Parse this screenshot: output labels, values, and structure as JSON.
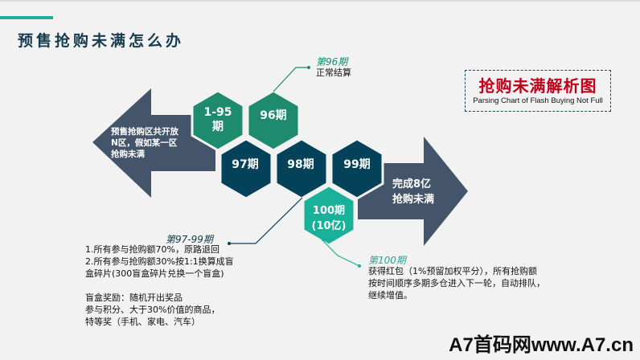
{
  "title": "预售抢购未满怎么办",
  "left_arrow": {
    "text": [
      "预售抢购区共开放",
      "N区，假如某一区",
      "抢购未满"
    ]
  },
  "right_arrow": {
    "text": [
      "完成8亿",
      "抢购未满"
    ]
  },
  "hexagons": [
    {
      "label": [
        "1-95",
        "期"
      ],
      "color": "#1e8a6e"
    },
    {
      "label": [
        "96期"
      ],
      "color": "#1e8a6e"
    },
    {
      "label": [
        "97期"
      ],
      "color": "#04425a"
    },
    {
      "label": [
        "98期"
      ],
      "color": "#04425a"
    },
    {
      "label": [
        "99期"
      ],
      "color": "#04425a"
    },
    {
      "label": [
        "100期",
        "(10亿)"
      ],
      "color": "#1ab19a"
    }
  ],
  "callout_96": {
    "heading": "第96期",
    "text": "正常结算"
  },
  "callout_97_99": {
    "heading": "第97-99期",
    "lines": [
      "1.所有参与抢购额70%，原路退回",
      "2.所有参与抢购额30%按1:1换算成盲",
      "盒碎片(300盲盒碎片兑换一个盲盒)",
      "",
      "盲盒奖励：随机开出奖品",
      "参与积分、大于30%价值的商品，",
      "特等奖（手机、家电、汽车）"
    ]
  },
  "callout_100": {
    "heading": "第100期",
    "lines": [
      "获得红包（1%预留加权平分），所有抢购额",
      "按时间顺序多期多仓进入下一轮，自动排队，",
      "继续增值。"
    ]
  },
  "legend_box": {
    "title": "抢购未满解析图",
    "subtitle": "Parsing Chart of Flash Buying Not Full"
  },
  "watermark": "A7首码网www.A7.cn",
  "colors": {
    "arrow": "#44546a",
    "accent": "#1ab19a",
    "title": "#173b4d",
    "red": "#c00018"
  }
}
